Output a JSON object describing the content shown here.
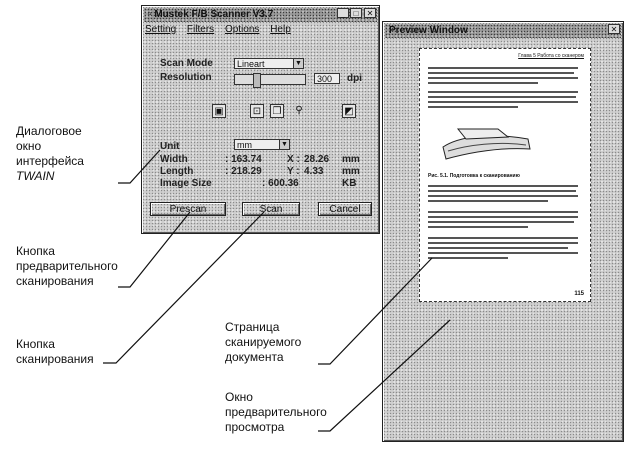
{
  "scanner": {
    "title": "Mustek F/B Scanner V3.7",
    "menu": [
      "Setting",
      "Filters",
      "Options",
      "Help"
    ],
    "scan_mode_label": "Scan Mode",
    "scan_mode_value": "Lineart",
    "resolution_label": "Resolution",
    "resolution_value": "300",
    "resolution_unit": "dpi",
    "unit_label": "Unit",
    "unit_value": "mm",
    "width_label": "Width",
    "width_value": ": 163.74",
    "x_label": "X :",
    "x_value": "28.26",
    "x_unit": "mm",
    "length_label": "Length",
    "length_value": ": 218.29",
    "y_label": "Y :",
    "y_value": "4.33",
    "y_unit": "mm",
    "image_size_label": "Image Size",
    "image_size_value": ": 600.36",
    "image_size_unit": "KB",
    "buttons": {
      "prescan": "Prescan",
      "scan": "Scan",
      "cancel": "Cancel"
    }
  },
  "preview": {
    "title": "Preview Window",
    "page_header": "Глава 5 Работа со сканером",
    "page_number": "115",
    "figure_caption": "Рис. 5.1. Подготовка к сканированию"
  },
  "annotations": {
    "twain_line1": "Диалоговое",
    "twain_line2": "окно",
    "twain_line3": "интерфейса",
    "twain_line4": "TWAIN",
    "prescan_line1": "Кнопка",
    "prescan_line2": "предварительного",
    "prescan_line3": "сканирования",
    "scan_line1": "Кнопка",
    "scan_line2": "сканирования",
    "doc_line1": "Страница",
    "doc_line2": "сканируемого",
    "doc_line3": "документа",
    "window_line1": "Окно",
    "window_line2": "предварительного",
    "window_line3": "просмотра"
  }
}
